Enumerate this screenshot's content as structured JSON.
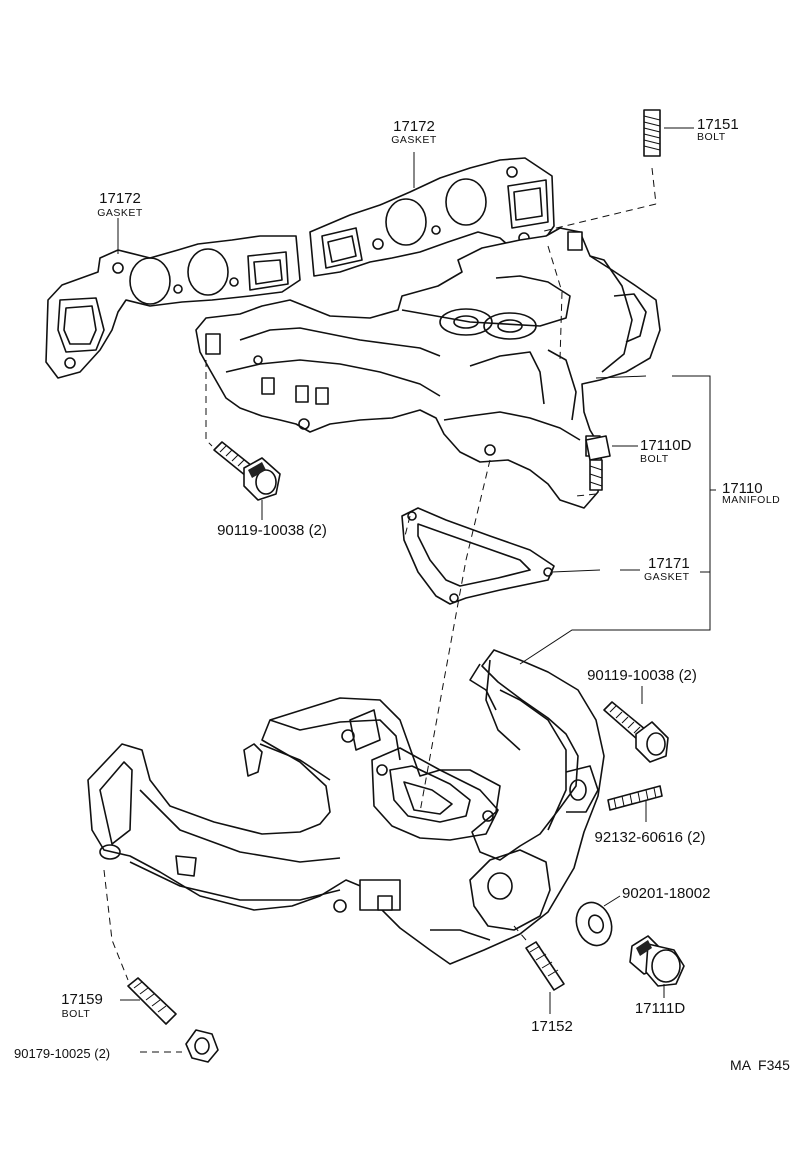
{
  "labels": {
    "gasket_17172_right": {
      "number": "17172",
      "name": "GASKET"
    },
    "gasket_17172_left": {
      "number": "17172",
      "name": "GASKET"
    },
    "bolt_17151": {
      "number": "17151",
      "name": "BOLT"
    },
    "bolt_17110d": {
      "number": "17110D",
      "name": "BOLT"
    },
    "manifold_17110": {
      "number": "17110",
      "name": "MANIFOLD"
    },
    "bolt_90119_upper": {
      "number": "90119-10038 (2)"
    },
    "gasket_17171": {
      "number": "17171",
      "name": "GASKET"
    },
    "bolt_90119_lower": {
      "number": "90119-10038 (2)"
    },
    "stud_92132": {
      "number": "92132-60616 (2)"
    },
    "washer_90201": {
      "number": "90201-18002"
    },
    "bolt_17111d": {
      "number": "17111D"
    },
    "bolt_17159": {
      "number": "17159",
      "name": "BOLT"
    },
    "stud_17152": {
      "number": "17152"
    },
    "nut_90179": {
      "number": "90179-10025 (2)"
    }
  },
  "figure_code": "MA  F345"
}
